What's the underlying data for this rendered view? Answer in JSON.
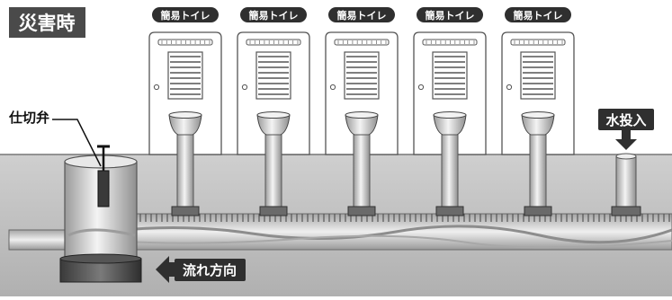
{
  "title": "災害時",
  "toilet_label": "簡易トイレ",
  "toilets": [
    {
      "label": "簡易トイレ"
    },
    {
      "label": "簡易トイレ"
    },
    {
      "label": "簡易トイレ"
    },
    {
      "label": "簡易トイレ"
    },
    {
      "label": "簡易トイレ"
    }
  ],
  "valve_label": "仕切弁",
  "water_input_label": "水投入",
  "flow_direction_label": "流れ方向",
  "colors": {
    "ground": "#bdbdbd",
    "dark_badge": "#2f2f2f",
    "pipe": "#d9d9d9"
  }
}
